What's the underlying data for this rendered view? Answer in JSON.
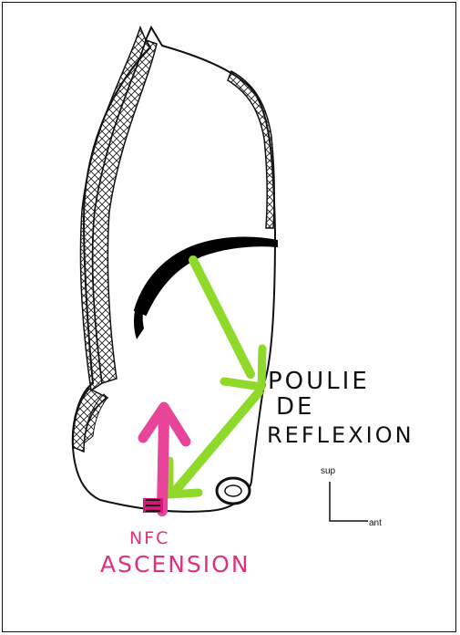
{
  "labels": {
    "poulie": "POULIE",
    "de": "DE",
    "reflexion": "REFLEXION",
    "nfc": "NFC",
    "ascension": "ASCENSION",
    "sup": "sup",
    "ant": "ant"
  },
  "colors": {
    "outline": "#111111",
    "green_arrow": "#8fd92b",
    "pink_arrow": "#e8449a",
    "pink_text": "#e0307d",
    "black_band": "#000000"
  }
}
